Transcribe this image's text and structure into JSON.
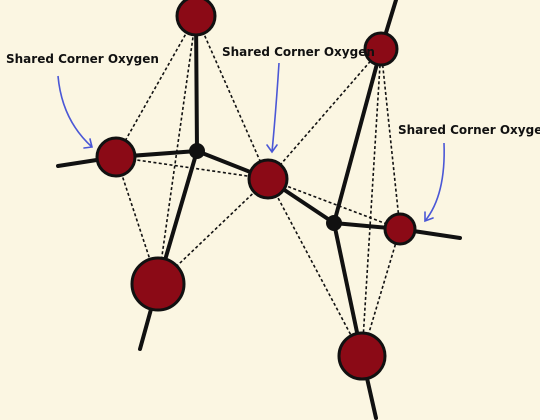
{
  "labels": {
    "left": "Shared Corner Oxygen",
    "middle": "Shared Corner Oxygen",
    "right": "Shared Corner Oxygen"
  },
  "colors": {
    "background": "#fbf6e2",
    "oxygen": "#8b0a16",
    "bond": "#111111",
    "arrow": "#4a57d6"
  }
}
